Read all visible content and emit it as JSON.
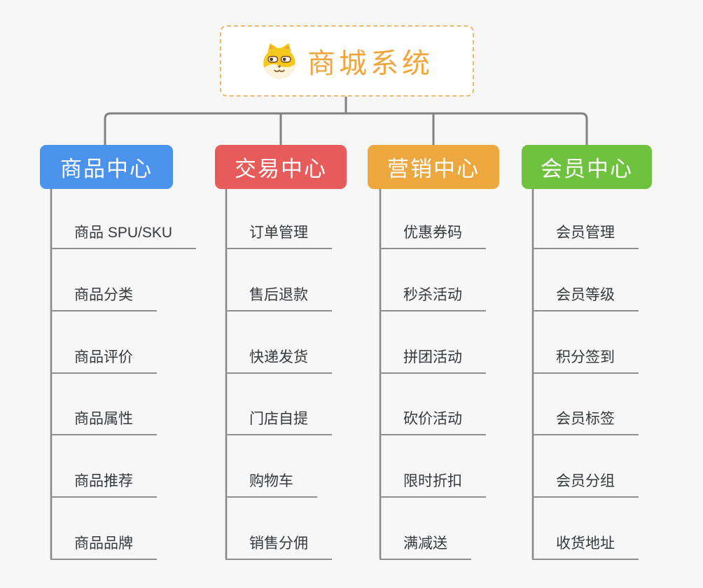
{
  "root": {
    "title": "商城系统",
    "icon": "dog-face-icon",
    "title_color": "#f1a53c",
    "border_color": "#f0b86d"
  },
  "connector_color": "#808080",
  "underline_color": "#8f8f8f",
  "branches": [
    {
      "label": "商品中心",
      "color": "#4b92ec",
      "children": [
        "商品 SPU/SKU",
        "商品分类",
        "商品评价",
        "商品属性",
        "商品推荐",
        "商品品牌"
      ]
    },
    {
      "label": "交易中心",
      "color": "#e75b5b",
      "children": [
        "订单管理",
        "售后退款",
        "快递发货",
        "门店自提",
        "购物车",
        "销售分佣"
      ]
    },
    {
      "label": "营销中心",
      "color": "#eca73e",
      "children": [
        "优惠券码",
        "秒杀活动",
        "拼团活动",
        "砍价活动",
        "限时折扣",
        "满减送"
      ]
    },
    {
      "label": "会员中心",
      "color": "#6ec23e",
      "children": [
        "会员管理",
        "会员等级",
        "积分签到",
        "会员标签",
        "会员分组",
        "收货地址"
      ]
    }
  ]
}
